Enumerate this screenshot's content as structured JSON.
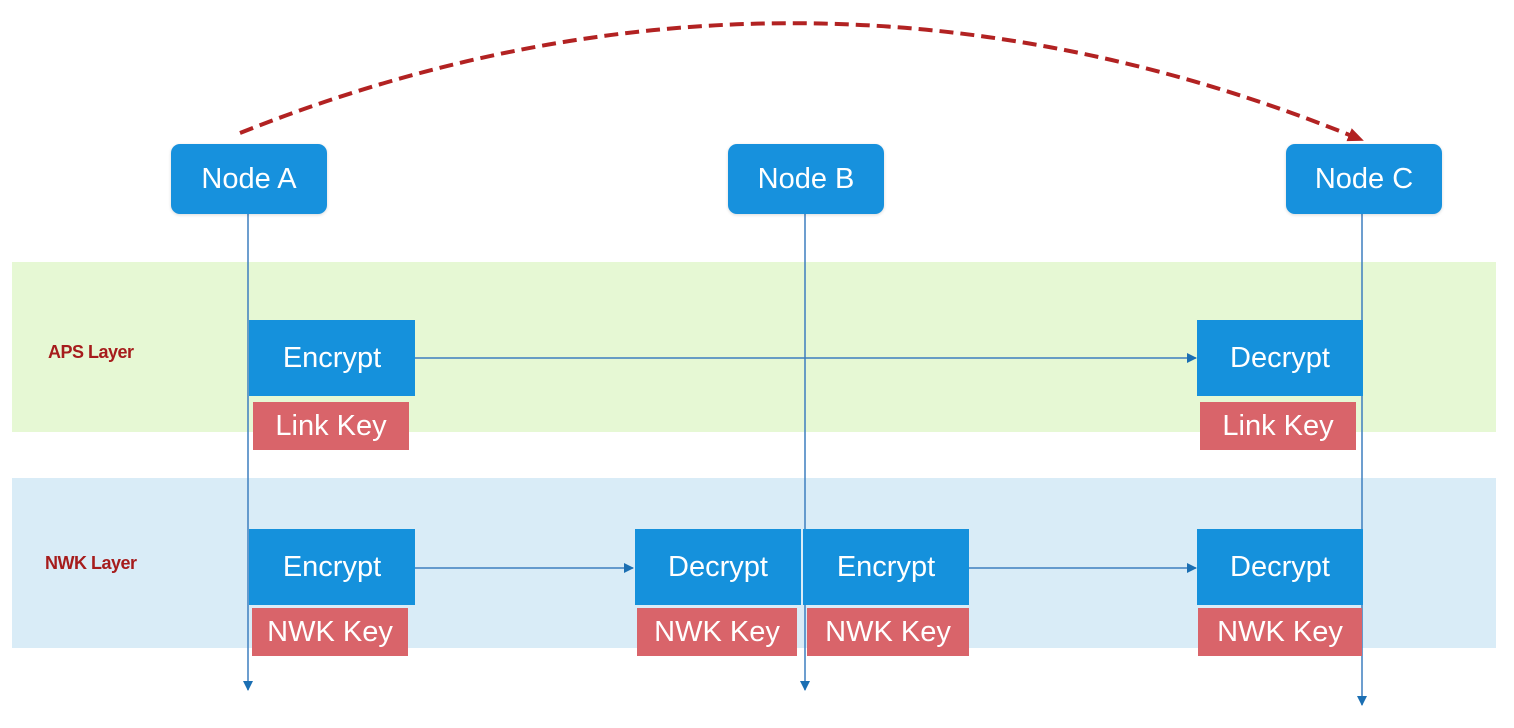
{
  "nodes": {
    "a": "Node A",
    "b": "Node B",
    "c": "Node C"
  },
  "layers": {
    "aps": "APS Layer",
    "nwk": "NWK Layer"
  },
  "aps": {
    "encrypt": "Encrypt",
    "encrypt_key": "Link Key",
    "decrypt": "Decrypt",
    "decrypt_key": "Link Key"
  },
  "nwk": {
    "a_encrypt": "Encrypt",
    "a_key": "NWK Key",
    "b_decrypt": "Decrypt",
    "b_decrypt_key": "NWK Key",
    "b_encrypt": "Encrypt",
    "b_encrypt_key": "NWK Key",
    "c_decrypt": "Decrypt",
    "c_key": "NWK Key"
  },
  "colors": {
    "node": "#1791dd",
    "operation": "#1591dc",
    "key": "#d9646a",
    "aps_band": "#e6f8d4",
    "nwk_band": "#d9ecf7",
    "end_to_end_arrow": "#b22222"
  }
}
